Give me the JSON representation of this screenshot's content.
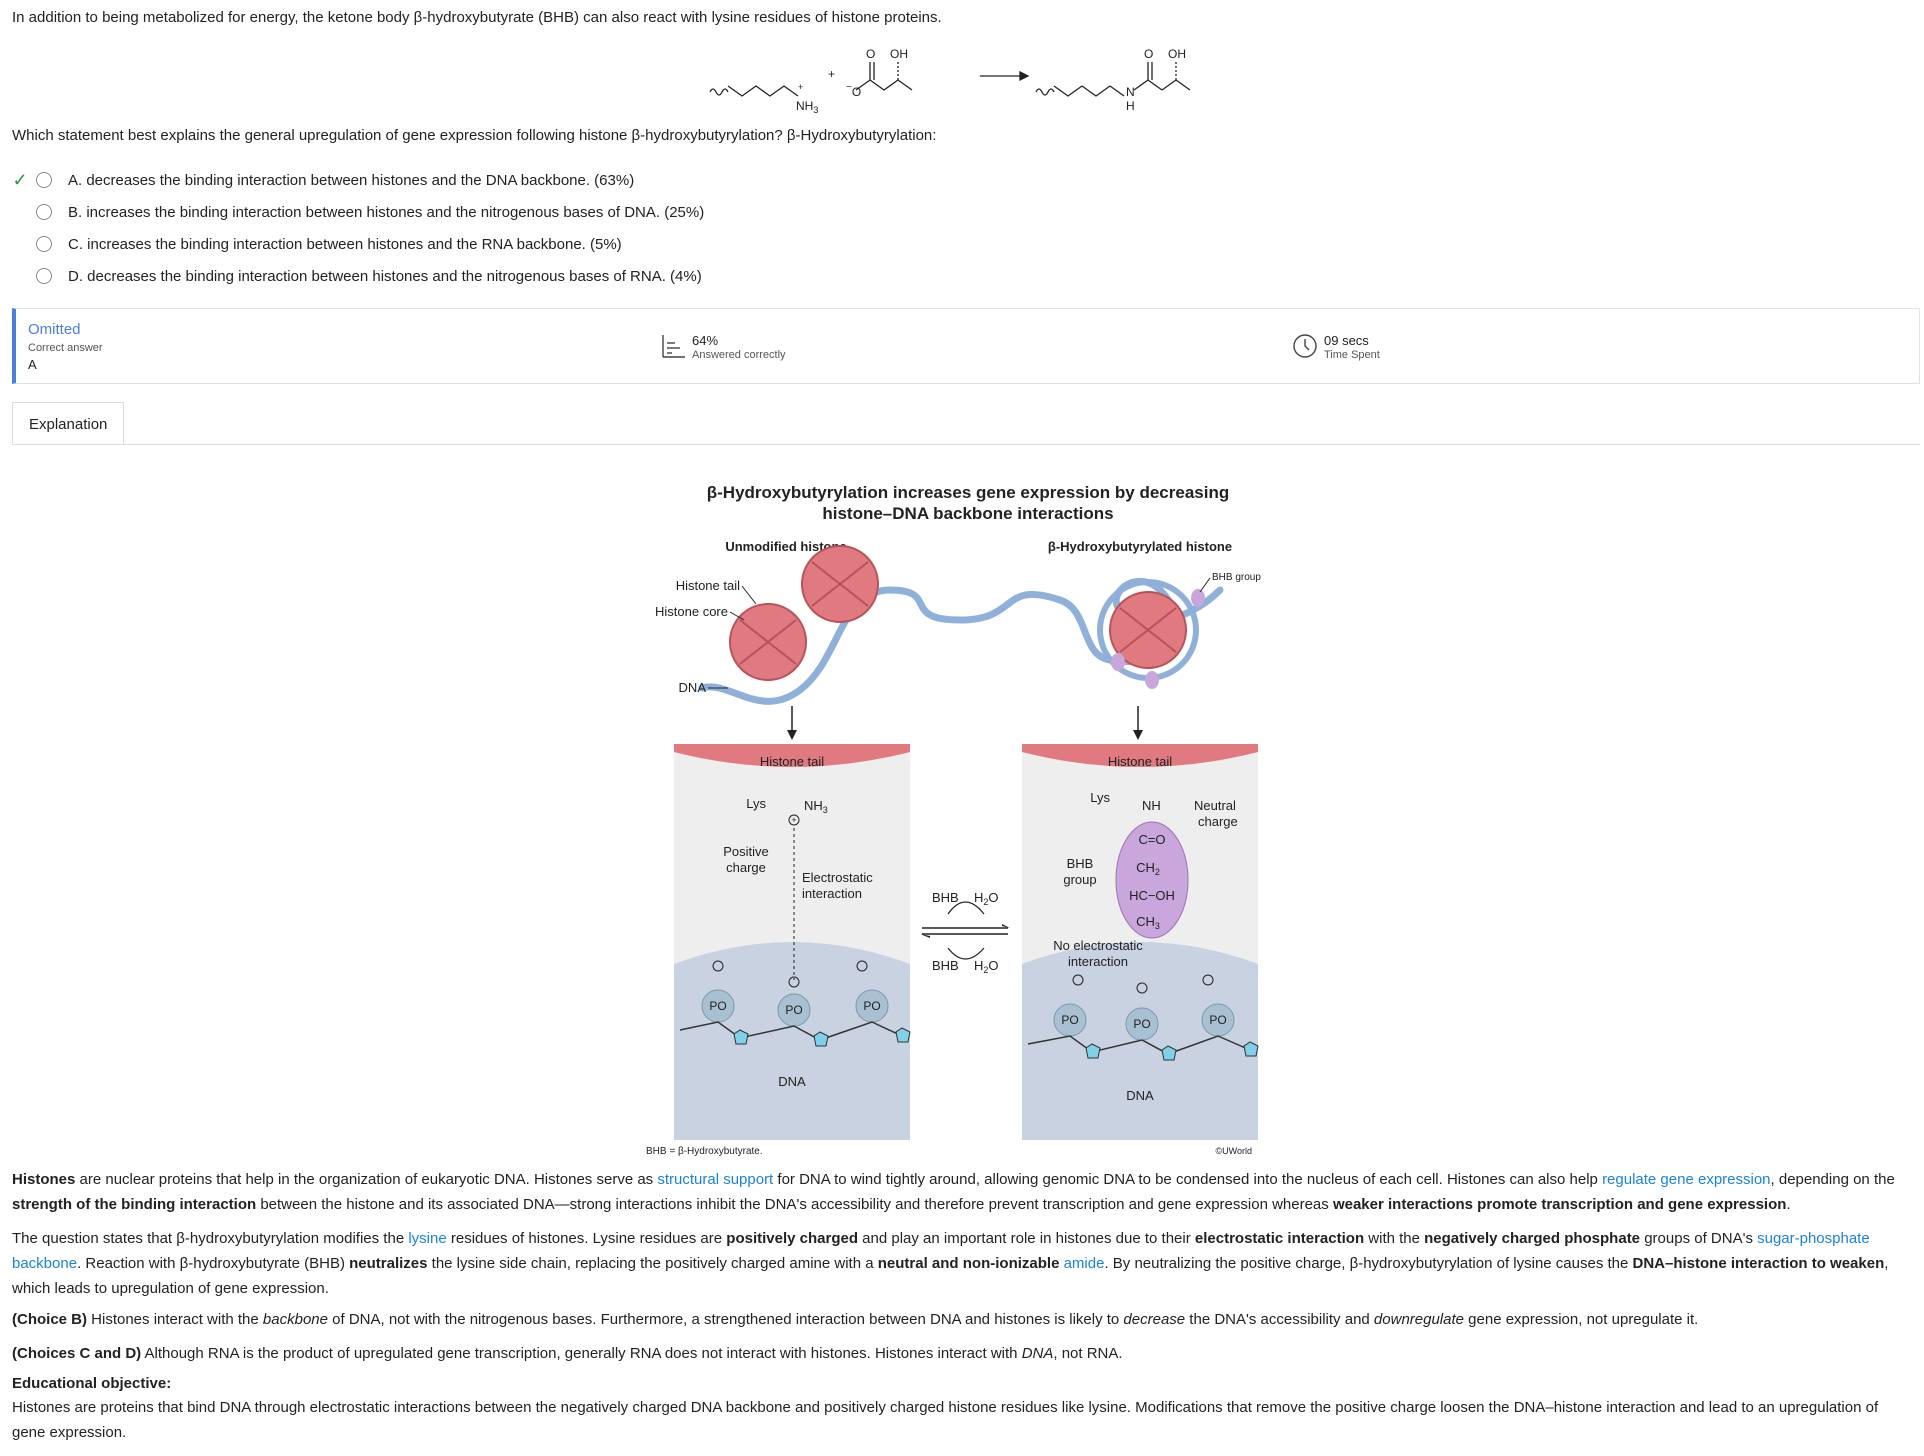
{
  "stem": {
    "text": "In addition to being metabolized for energy, the ketone body β-hydroxybutyrate (BHB) can also react with lysine residues of histone proteins."
  },
  "reaction": {
    "nh3": "NH",
    "nh3_sub": "3",
    "plus_charge": "+",
    "plus": "+",
    "minus": "−",
    "o": "O",
    "oh": "OH",
    "n": "N",
    "h": "H"
  },
  "question": {
    "text": "Which statement best explains the general upregulation of gene expression following histone β-hydroxybutyrylation?  β-Hydroxybutyrylation:"
  },
  "choices": [
    {
      "text": "A.  decreases the binding interaction between histones and the DNA backbone.  (63%)",
      "correct": true
    },
    {
      "text": "B.  increases the binding interaction between histones and the nitrogenous bases of DNA.  (25%)",
      "correct": false
    },
    {
      "text": "C.  increases the binding interaction between histones and the RNA backbone.  (5%)",
      "correct": false
    },
    {
      "text": "D.  decreases the binding interaction between histones and the nitrogenous bases of RNA.  (4%)",
      "correct": false
    }
  ],
  "stats": {
    "status": "Omitted",
    "correct_label": "Correct answer",
    "correct_value": "A",
    "percent_value": "64%",
    "percent_label": "Answered correctly",
    "time_value": "09 secs",
    "time_label": "Time Spent"
  },
  "tabs": {
    "explanation": "Explanation"
  },
  "figure": {
    "title_line1": "β-Hydroxybutyrylation increases gene expression by decreasing",
    "title_line2": "histone–DNA backbone interactions",
    "left_header": "Unmodified histone",
    "right_header": "β-Hydroxybutyrylated histone",
    "histone_tail": "Histone tail",
    "histone_core": "Histone core",
    "dna": "DNA",
    "bhb_group": "BHB group",
    "panel_tail": "Histone tail",
    "lys": "Lys",
    "nh": "NH",
    "neutral_charge_1": "Neutral",
    "neutral_charge_2": "charge",
    "positive_charge_1": "Positive",
    "positive_charge_2": "charge",
    "electrostatic_1": "Electrostatic",
    "electrostatic_2": "interaction",
    "no_electrostatic_1": "No electrostatic",
    "no_electrostatic_2": "interaction",
    "bhb_group_1": "BHB",
    "bhb_group_2": "group",
    "c_o": "C=O",
    "ch2": "CH",
    "hc_oh": "HC−OH",
    "ch3": "CH",
    "po4": "PO",
    "bhb": "BHB",
    "h2o": "H",
    "footnote": "BHB = β-Hydroxybutyrate.",
    "copyright": "©UWorld"
  },
  "explanation": {
    "p1": {
      "b1": "Histones",
      "t1": " are nuclear proteins that help in the organization of eukaryotic DNA.  Histones serve as ",
      "l1": "structural support",
      "t2": " for DNA to wind tightly around, allowing genomic DNA to be condensed into the nucleus of each cell.  Histones can also help ",
      "l2": "regulate gene expression",
      "t3": ", depending on the ",
      "b2": "strength of the binding interaction",
      "t4": " between the histone and its associated DNA—strong interactions inhibit the DNA's accessibility and therefore prevent transcription and gene expression whereas ",
      "b3": "weaker interactions promote transcription and gene expression",
      "t5": "."
    },
    "p2": {
      "t1": "The question states that β-hydroxybutyrylation modifies the ",
      "l1": "lysine",
      "t2": " residues of histones.  Lysine residues are ",
      "b1": "positively charged",
      "t3": " and play an important role in histones due to their ",
      "b2": "electrostatic interaction",
      "t4": " with the ",
      "b3": "negatively charged phosphate",
      "t5": " groups of DNA's ",
      "l2": "sugar-phosphate backbone",
      "t6": ".  Reaction with β-hydroxybutyrate (BHB) ",
      "b4": "neutralizes",
      "t7": " the lysine side chain, replacing the positively charged amine with a ",
      "b5": "neutral and non-ionizable",
      "t8": " ",
      "l3": "amide",
      "t9": ".  By neutralizing the positive charge, β-hydroxybutyrylation of lysine causes the ",
      "b6": "DNA–histone interaction to weaken",
      "t10": ", which leads to upregulation of gene expression."
    },
    "p3": {
      "b1": "(Choice B)",
      "t1": "  Histones interact with the ",
      "i1": "backbone",
      "t2": " of DNA, not with the nitrogenous bases.  Furthermore, a strengthened interaction between DNA and histones is likely to ",
      "i2": "decrease",
      "t3": " the DNA's accessibility and ",
      "i3": "downregulate",
      "t4": " gene expression, not upregulate it."
    },
    "p4": {
      "b1": "(Choices C and D)",
      "t1": "  Although RNA is the product of upregulated gene transcription, generally RNA does not interact with histones.  Histones interact with ",
      "i1": "DNA",
      "t2": ", not RNA."
    },
    "objective_title": "Educational objective:",
    "objective_text": "Histones are proteins that bind DNA through electrostatic interactions between the negatively charged DNA backbone and positively charged histone residues like lysine.  Modifications that remove the positive charge loosen the DNA–histone interaction and lead to an upregulation of gene expression."
  },
  "colors": {
    "accent_blue": "#4a7fdc",
    "link_blue": "#1a84d9",
    "check_green": "#2e9b3c",
    "histone_pink": "#e07a80",
    "dna_blue": "#8fb0d8",
    "bhb_purple": "#c9a6dc"
  }
}
